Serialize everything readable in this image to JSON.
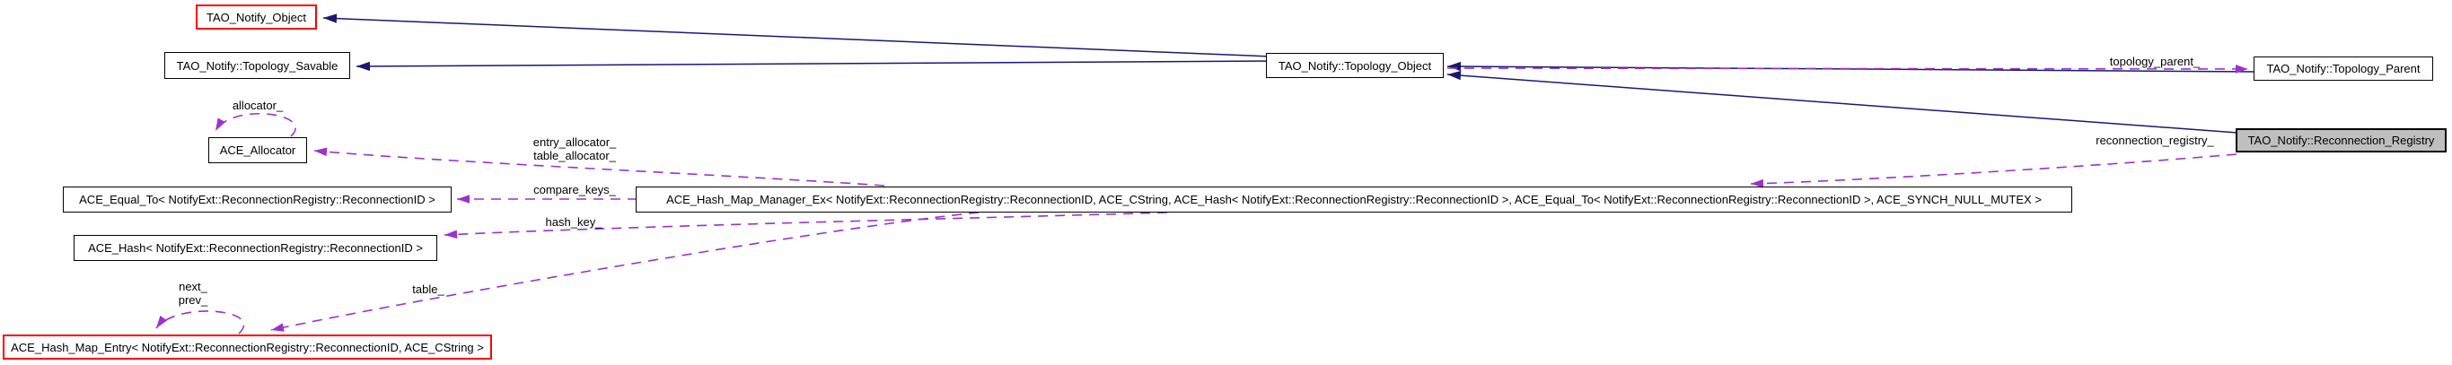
{
  "diagram": {
    "kind": "collaboration-graph",
    "colors": {
      "inheritance_edge": "#191970",
      "usage_edge": "#9a32cd",
      "node_fill": "#ffffff",
      "current_node_fill": "#bfbfbf",
      "node_border": "#000000",
      "truncated_node_border": "#ff0000",
      "background": "#ffffff"
    },
    "nodes": {
      "tao_notify_object": {
        "label": "TAO_Notify_Object"
      },
      "topology_savable": {
        "label": "TAO_Notify::Topology_Savable"
      },
      "ace_allocator": {
        "label": "ACE_Allocator"
      },
      "ace_equal_to": {
        "label": "ACE_Equal_To< NotifyExt::ReconnectionRegistry::ReconnectionID >"
      },
      "ace_hash": {
        "label": "ACE_Hash< NotifyExt::ReconnectionRegistry::ReconnectionID >"
      },
      "ace_hash_map_entry": {
        "label": "ACE_Hash_Map_Entry< NotifyExt::ReconnectionRegistry::ReconnectionID, ACE_CString >"
      },
      "topology_object": {
        "label": "TAO_Notify::Topology_Object"
      },
      "hash_map_manager": {
        "label": "ACE_Hash_Map_Manager_Ex< NotifyExt::ReconnectionRegistry::ReconnectionID, ACE_CString, ACE_Hash< NotifyExt::ReconnectionRegistry::ReconnectionID >, ACE_Equal_To< NotifyExt::ReconnectionRegistry::ReconnectionID >, ACE_SYNCH_NULL_MUTEX >"
      },
      "topology_parent": {
        "label": "TAO_Notify::Topology_Parent"
      },
      "reconnection_registry": {
        "label": "TAO_Notify::Reconnection_Registry"
      }
    },
    "edge_labels": {
      "allocator": "allocator_",
      "entry_allocator": "entry_allocator_",
      "table_allocator": "table_allocator_",
      "compare_keys": "compare_keys_",
      "hash_key": "hash_key_",
      "table": "table_",
      "next": "next_",
      "prev": "prev_",
      "topology_parent": "topology_parent_",
      "reconnection_registry": "reconnection_registry_"
    }
  }
}
